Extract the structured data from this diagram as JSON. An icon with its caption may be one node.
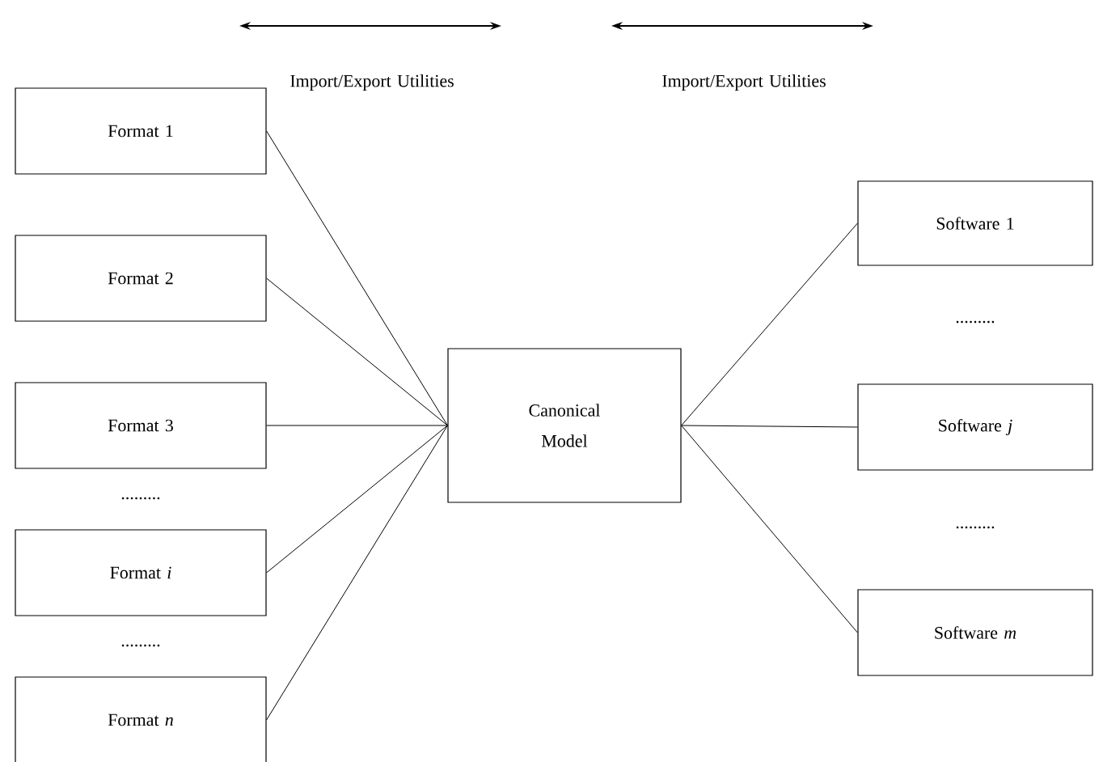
{
  "diagram": {
    "nodes": [
      {
        "text": [
          "Format 1"
        ]
      },
      {
        "text": [
          "Format 2"
        ]
      },
      {
        "text": [
          "Format 3"
        ]
      },
      {
        "text": [
          "Format *i*"
        ]
      },
      {
        "text": [
          "Format *n*"
        ]
      },
      {
        "text": [
          "Canonical Model"
        ]
      },
      {
        "text": [
          "Software 1"
        ]
      },
      {
        "text": [
          "Software *j*"
        ]
      },
      {
        "text": [
          "Software *m*"
        ]
      }
    ],
    "edges": [
      {
        "from": 0,
        "to": 5,
        "arrow": "none"
      },
      {
        "from": 1,
        "to": 5,
        "arrow": "none"
      },
      {
        "from": 2,
        "to": 5,
        "arrow": "none"
      },
      {
        "from": 3,
        "to": 5,
        "arrow": "none"
      },
      {
        "from": 4,
        "to": 5,
        "arrow": "none"
      },
      {
        "from": 5,
        "to": 6,
        "arrow": "none"
      },
      {
        "from": 5,
        "to": 7,
        "arrow": "none"
      },
      {
        "from": 5,
        "to": 8,
        "arrow": "none"
      }
    ],
    "labels": [
      "Import/Export Utilities",
      "Import/Export Utilities",
      ".........",
      ".........",
      ".........",
      "........."
    ]
  }
}
